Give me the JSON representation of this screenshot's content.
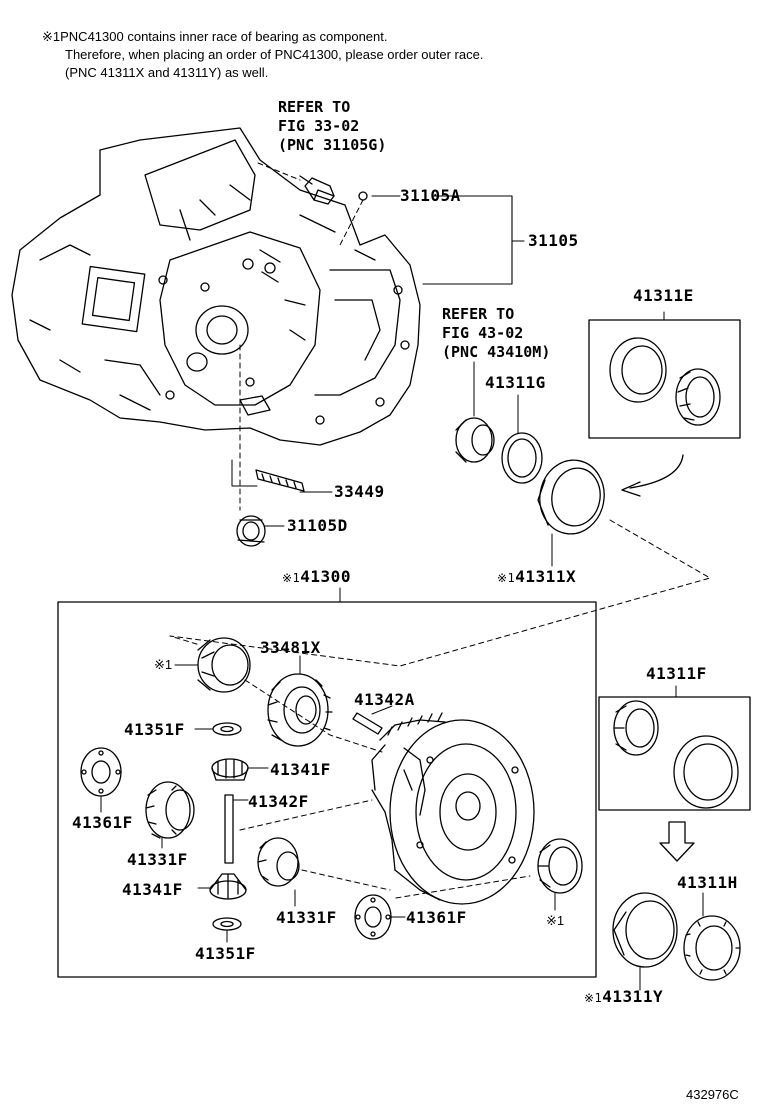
{
  "note": {
    "mark": "※1",
    "line1": "PNC41300 contains inner race of bearing as component.",
    "line2": "Therefore, when placing an order of PNC41300, please order outer race.",
    "line3": "(PNC 41311X and 41311Y) as well."
  },
  "refer1": {
    "line1": "REFER TO",
    "line2": "FIG 33-02",
    "line3": "(PNC 31105G)"
  },
  "refer2": {
    "line1": "REFER TO",
    "line2": "FIG 43-02",
    "line3": "(PNC 43410M)"
  },
  "mark": "※1",
  "labels": {
    "p31105A": "31105A",
    "p31105": "31105",
    "p33449": "33449",
    "p31105D": "31105D",
    "p41311E": "41311E",
    "p41311G": "41311G",
    "p41311X": "41311X",
    "p41300": "41300",
    "p33481X": "33481X",
    "p41342A": "41342A",
    "p41351F_top": "41351F",
    "p41341F_top": "41341F",
    "p41342F": "41342F",
    "p41361F_left": "41361F",
    "p41331F_left": "41331F",
    "p41341F_bottom": "41341F",
    "p41351F_bottom": "41351F",
    "p41331F_bottom": "41331F",
    "p41361F_bottom": "41361F",
    "p41311F": "41311F",
    "p41311H": "41311H",
    "p41311Y": "41311Y"
  },
  "figure_code": "432976C"
}
